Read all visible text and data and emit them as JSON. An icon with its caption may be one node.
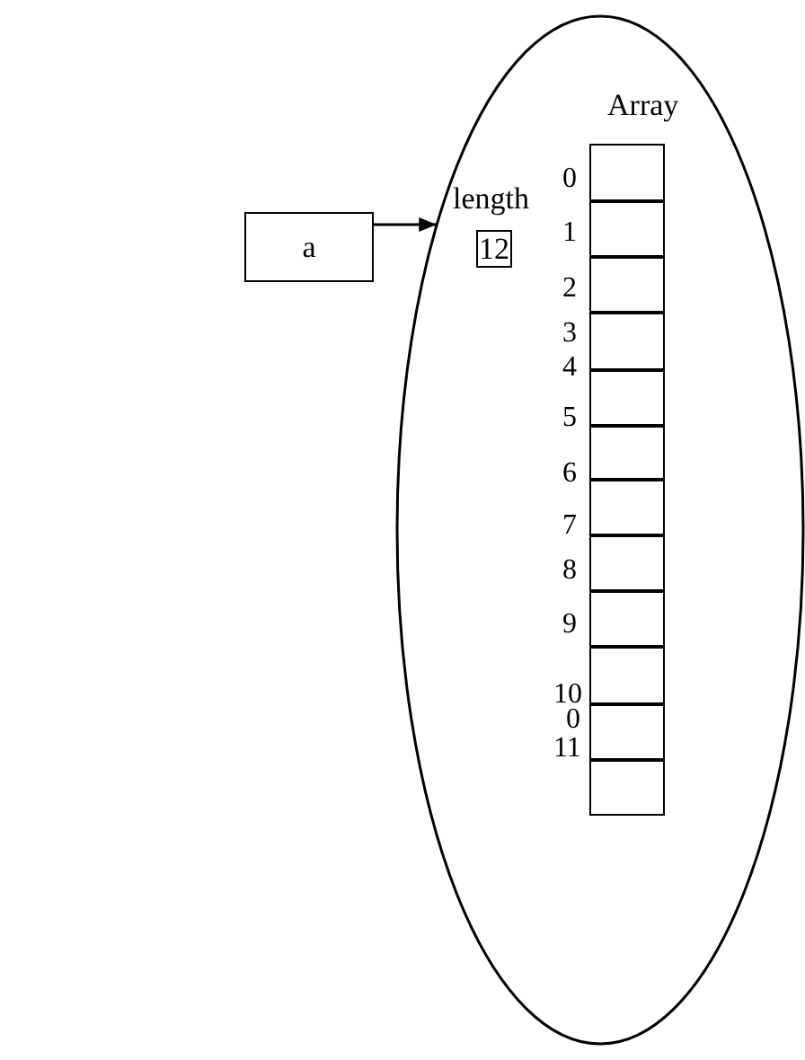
{
  "diagram": {
    "nodes": [
      {
        "text": [
          "a"
        ]
      },
      {
        "text": [],
        "shape": "ellipse"
      },
      {
        "text": [
          "length",
          "12"
        ],
        "in": 1
      },
      {
        "text": [
          "Array"
        ],
        "in": 1
      }
    ],
    "edges": [
      {
        "from": 0,
        "to": 1,
        "arrow": "to"
      }
    ],
    "labels": [
      "0",
      "1",
      "2",
      "3",
      "4",
      "5",
      "6",
      "7",
      "8",
      "9",
      "10",
      "0",
      "11"
    ]
  }
}
